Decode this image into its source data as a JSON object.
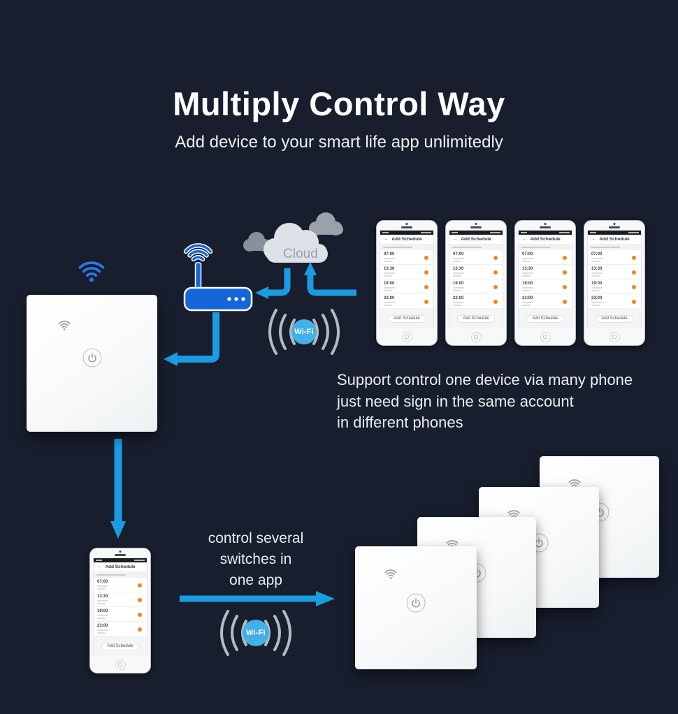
{
  "header": {
    "title": "Multiply Control Way",
    "subtitle": "Add device to your smart life app unlimitedly"
  },
  "top_diagram": {
    "cloud_label": "Cloud",
    "wifi_badge_label": "Wi-Fi",
    "support_caption": {
      "line1": "Support control one device via many phone",
      "line2": "just need sign in the same account",
      "line3": "in different phones"
    }
  },
  "bottom_diagram": {
    "wifi_badge_label": "Wi-Fi",
    "control_caption": {
      "line1": "control several",
      "line2": "switches in",
      "line3": "one app"
    }
  },
  "phone_app": {
    "back_icon": "←",
    "title": "Add Schedule",
    "schedule_rows": [
      {
        "time": "07:00"
      },
      {
        "time": "13:30"
      },
      {
        "time": "19:00"
      },
      {
        "time": "23:00"
      }
    ],
    "add_button_label": "Add Schedule"
  },
  "colors": {
    "background": "#181e2d",
    "arrow_blue": "#1b9ce2",
    "router_blue": "#1566d8",
    "badge_blue": "#44b0e8",
    "toggle_orange": "#f5841f",
    "wifi_icon_blue": "#2b78e4",
    "caption_text": "#e9edf2"
  }
}
